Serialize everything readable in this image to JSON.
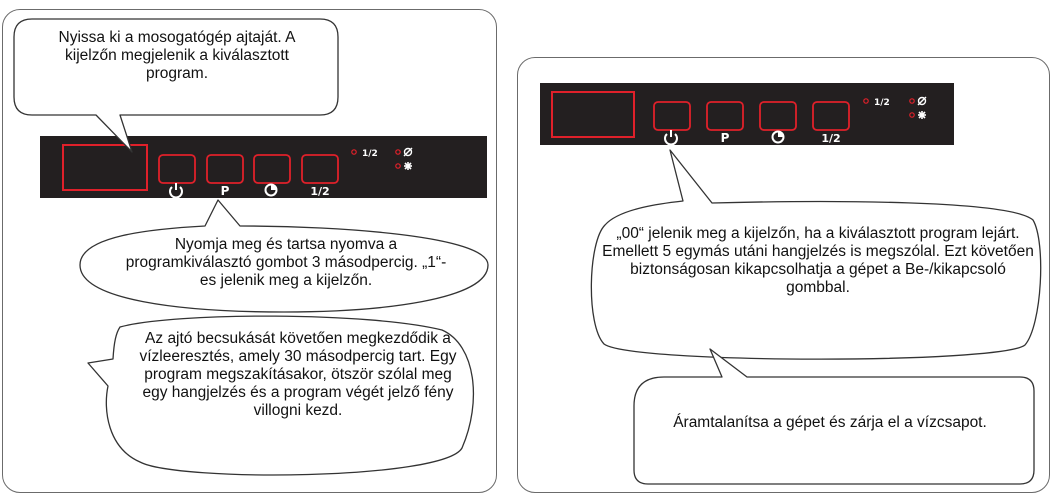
{
  "colors": {
    "panel_bg": "#231f20",
    "panel_accent": "#e0202a",
    "indicator_text": "#ffffff",
    "bubble_stroke": "#333333"
  },
  "control_panel": {
    "buttons": [
      {
        "icon": "power-icon"
      },
      {
        "icon": "program-icon",
        "label": "P"
      },
      {
        "icon": "timer-icon"
      },
      {
        "icon": "half-load-icon",
        "label": "1/2"
      }
    ],
    "indicators": [
      {
        "icon": "half-load-indicator",
        "label": "1/2"
      },
      {
        "icon": "salt-indicator-icon"
      },
      {
        "icon": "rinse-aid-indicator-icon"
      }
    ]
  },
  "callouts": {
    "open_door": "Nyissa ki a mosogatógép ajtaját. A kijelzőn megjelenik a kiválasztott program.",
    "hold_program": "Nyomja meg és tartsa nyomva a programkiválasztó gombot 3 másodpercig. „1“-es jelenik meg a kijelzőn.",
    "drain": "Az ajtó becsukását követően megkezdődik a vízleeresztés, amely 30 másodpercig tart. Egy program megszakításakor, ötször szólal meg egy hangjelzés és a program végét jelző fény villogni kezd.",
    "program_end": "„00“ jelenik meg a kijelzőn, ha a kiválasztott program lejárt. Emellett 5 egymás utáni hangjelzés is megszólal. Ezt követően biztonságosan kikapcsolhatja a gépet a Be-/kikapcsoló gombbal.",
    "unplug": "Áramtalanítsa a gépet és zárja el a vízcsapot."
  }
}
